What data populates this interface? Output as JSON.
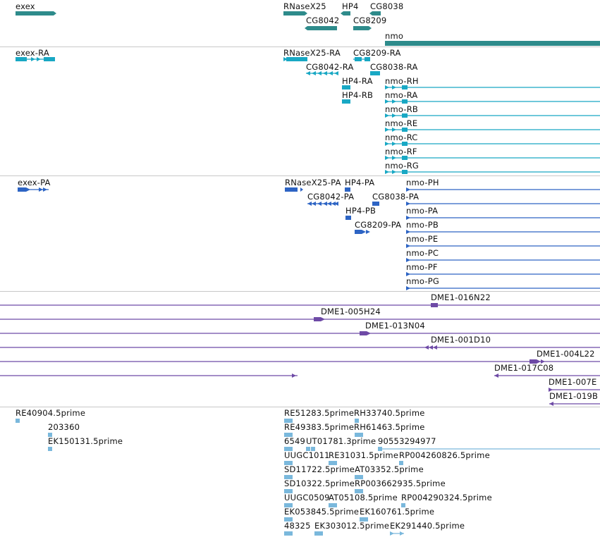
{
  "colors": {
    "genes": "#2e8b8b",
    "transcripts": "#19a8c4",
    "proteins": "#2d64c4",
    "clones": "#6e4aa6",
    "ests": "#7ab8dc",
    "separator": "#c8c8c8"
  },
  "genes": [
    {
      "name": "exex",
      "strand": "+"
    },
    {
      "name": "RNaseX25",
      "strand": "+"
    },
    {
      "name": "HP4",
      "strand": "-"
    },
    {
      "name": "CG8038",
      "strand": "-"
    },
    {
      "name": "CG8042",
      "strand": "-"
    },
    {
      "name": "CG8209",
      "strand": "+"
    },
    {
      "name": "nmo",
      "strand": "+"
    }
  ],
  "transcripts": [
    {
      "name": "exex-RA"
    },
    {
      "name": "RNaseX25-RA"
    },
    {
      "name": "CG8209-RA"
    },
    {
      "name": "CG8042-RA"
    },
    {
      "name": "CG8038-RA"
    },
    {
      "name": "HP4-RA"
    },
    {
      "name": "nmo-RH"
    },
    {
      "name": "nmo-RA"
    },
    {
      "name": "HP4-RB"
    },
    {
      "name": "nmo-RB"
    },
    {
      "name": "nmo-RE"
    },
    {
      "name": "nmo-RC"
    },
    {
      "name": "nmo-RF"
    },
    {
      "name": "nmo-RG"
    }
  ],
  "proteins": [
    {
      "name": "exex-PA"
    },
    {
      "name": "RNaseX25-PA"
    },
    {
      "name": "HP4-PA"
    },
    {
      "name": "nmo-PH"
    },
    {
      "name": "CG8042-PA"
    },
    {
      "name": "CG8038-PA"
    },
    {
      "name": "HP4-PB"
    },
    {
      "name": "nmo-PA"
    },
    {
      "name": "CG8209-PA"
    },
    {
      "name": "nmo-PB"
    },
    {
      "name": "nmo-PE"
    },
    {
      "name": "nmo-PC"
    },
    {
      "name": "nmo-PF"
    },
    {
      "name": "nmo-PG"
    }
  ],
  "clones": [
    {
      "name": "DME1-016N22"
    },
    {
      "name": "DME1-005H24"
    },
    {
      "name": "DME1-013N04"
    },
    {
      "name": "DME1-001D10"
    },
    {
      "name": "DME1-004L22"
    },
    {
      "name": "DME1-017C08"
    },
    {
      "name": "DME1-007E"
    },
    {
      "name": "DME1-019B"
    }
  ],
  "ests": [
    {
      "name": "RE40904.5prime"
    },
    {
      "name": "203360"
    },
    {
      "name": "EK150131.5prime"
    },
    {
      "name": "RE51283.5prime"
    },
    {
      "name": "RH33740.5prime"
    },
    {
      "name": "RE49383.5prime"
    },
    {
      "name": "RH61463.5prime"
    },
    {
      "name": "6549"
    },
    {
      "name": "UT01781.3prime"
    },
    {
      "name": "90553294977"
    },
    {
      "name": "UUGC1011"
    },
    {
      "name": "RE31031.5prime"
    },
    {
      "name": "RP004260826.5prime"
    },
    {
      "name": "SD11722.5prime"
    },
    {
      "name": "AT03352.5prime"
    },
    {
      "name": "SD10322.5prime"
    },
    {
      "name": "RP003662935.5prime"
    },
    {
      "name": "UUGC0509"
    },
    {
      "name": "AT05108.5prime"
    },
    {
      "name": "RP004290324.5prime"
    },
    {
      "name": "EK053845.5prime"
    },
    {
      "name": "EK160761.5prime"
    },
    {
      "name": "48325"
    },
    {
      "name": "EK303012.5prime"
    },
    {
      "name": "EK291440.5prime"
    }
  ]
}
